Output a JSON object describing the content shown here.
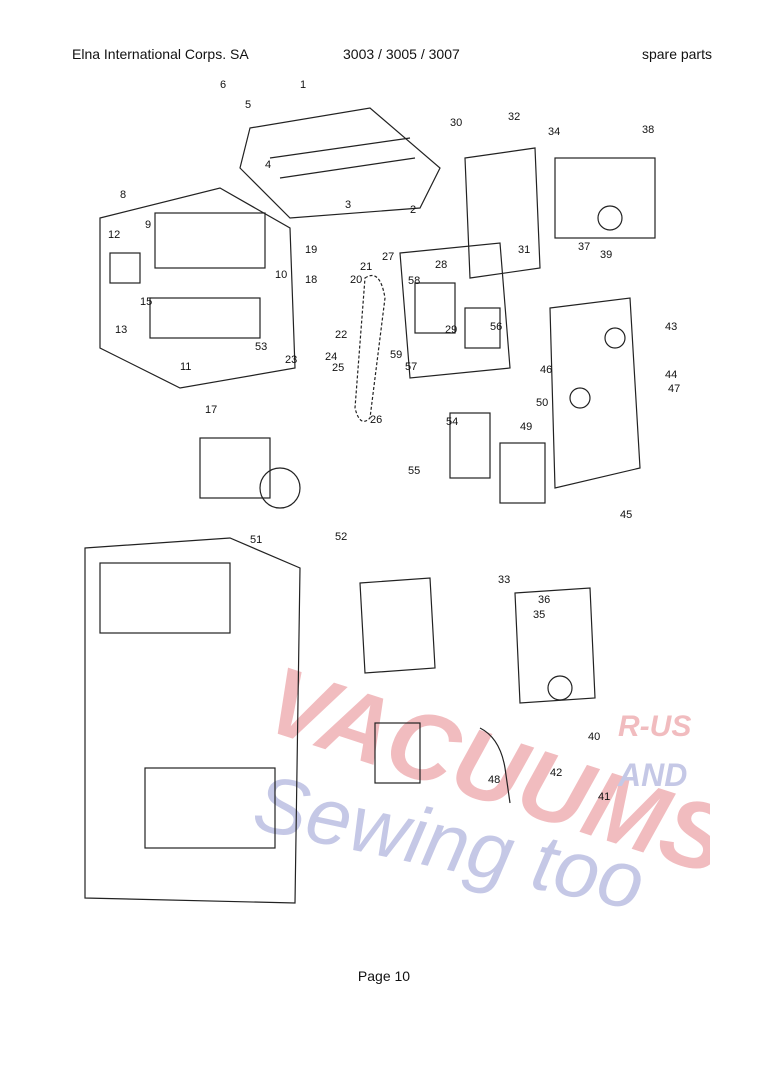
{
  "header": {
    "left": "Elna International Corps. SA",
    "center": "3003 / 3005 / 3007",
    "right": "spare parts"
  },
  "footer": {
    "page": "Page 10"
  },
  "diagram": {
    "part_numbers": [
      "1",
      "2",
      "3",
      "4",
      "5",
      "6",
      "8",
      "9",
      "10",
      "11",
      "12",
      "13",
      "15",
      "17",
      "18",
      "19",
      "20",
      "21",
      "22",
      "23",
      "24",
      "25",
      "26",
      "27",
      "28",
      "29",
      "30",
      "31",
      "32",
      "33",
      "34",
      "35",
      "36",
      "37",
      "38",
      "39",
      "40",
      "41",
      "42",
      "43",
      "44",
      "45",
      "46",
      "47",
      "48",
      "49",
      "50",
      "51",
      "52",
      "53",
      "54",
      "55",
      "56",
      "57",
      "58",
      "59"
    ],
    "watermark": {
      "line1": "VACUUMS",
      "line2": "Sewing too",
      "tag1": "R-US",
      "tag2": "AND"
    },
    "colors": {
      "watermark_red": "#d9414b",
      "watermark_blue": "#5b63b8",
      "ink": "#222222"
    }
  }
}
